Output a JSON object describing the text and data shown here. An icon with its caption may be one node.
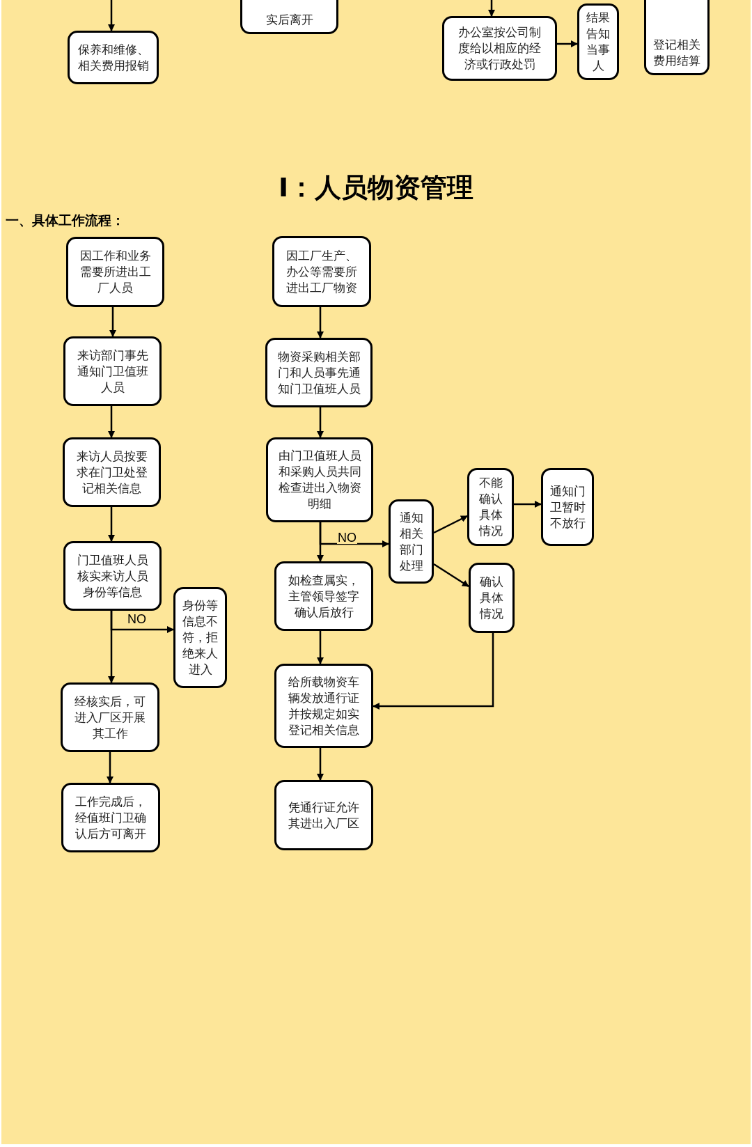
{
  "diagram": {
    "title": "Ⅰ：人员物资管理",
    "nodes": [
      {
        "text": [
          "保养和维修、相关费用报销"
        ]
      },
      {
        "text": [
          "实后离开"
        ]
      },
      {
        "text": [
          "办公室按公司制度给以相应的经济或行政处罚"
        ]
      },
      {
        "text": [
          "结果告知当事人"
        ]
      },
      {
        "text": [
          "登记相关费用结算"
        ]
      },
      {
        "text": [
          "因工作和业务需要所进出工厂人员"
        ]
      },
      {
        "text": [
          "来访部门事先通知门卫值班人员"
        ]
      },
      {
        "text": [
          "来访人员按要求在门卫处登记相关信息"
        ]
      },
      {
        "text": [
          "门卫值班人员核实来访人员身份等信息"
        ]
      },
      {
        "text": [
          "身份等信息不符，拒绝来人进入"
        ]
      },
      {
        "text": [
          "经核实后，可进入厂区开展其工作"
        ]
      },
      {
        "text": [
          "工作完成后，经值班门卫确认后方可离开"
        ]
      },
      {
        "text": [
          "因工厂生产、办公等需要所进出工厂物资"
        ]
      },
      {
        "text": [
          "物资采购相关部门和人员事先通知门卫值班人员"
        ]
      },
      {
        "text": [
          "由门卫值班人员和采购人员共同检查进出入物资明细"
        ]
      },
      {
        "text": [
          "如检查属实，主管领导签字确认后放行"
        ]
      },
      {
        "text": [
          "给所载物资车辆发放通行证并按规定如实登记相关信息"
        ]
      },
      {
        "text": [
          "凭通行证允许其进出入厂区"
        ]
      },
      {
        "text": [
          "通知相关部门处理"
        ]
      },
      {
        "text": [
          "不能确认具体情况"
        ]
      },
      {
        "text": [
          "通知门卫暂时不放行"
        ]
      },
      {
        "text": [
          "确认具体情况"
        ]
      }
    ],
    "edges": [
      {
        "from": null,
        "to": 0,
        "arrow": "to"
      },
      {
        "from": null,
        "to": 2,
        "arrow": "to"
      },
      {
        "from": 2,
        "to": 3,
        "arrow": "to"
      },
      {
        "from": 5,
        "to": 6,
        "arrow": "to"
      },
      {
        "from": 6,
        "to": 7,
        "arrow": "to"
      },
      {
        "from": 7,
        "to": 8,
        "arrow": "to"
      },
      {
        "from": 8,
        "to": 10,
        "arrow": "to"
      },
      {
        "from": 8,
        "to": 9,
        "arrow": "to",
        "label": "NO"
      },
      {
        "from": 12,
        "to": 13,
        "arrow": "to"
      },
      {
        "from": 13,
        "to": 14,
        "arrow": "to"
      },
      {
        "from": 14,
        "to": 15,
        "arrow": "to"
      },
      {
        "from": 14,
        "to": 18,
        "arrow": "to",
        "label": "NO"
      },
      {
        "from": 15,
        "to": 16,
        "arrow": "to"
      },
      {
        "from": 16,
        "to": 17,
        "arrow": "to"
      },
      {
        "from": 18,
        "to": 19,
        "arrow": "to"
      },
      {
        "from": 18,
        "to": 21,
        "arrow": "to"
      },
      {
        "from": 19,
        "to": 20,
        "arrow": "to"
      },
      {
        "from": 21,
        "to": 16,
        "arrow": "to"
      },
      {
        "from": 10,
        "to": 11,
        "arrow": "to"
      }
    ],
    "labels": [
      "一、具体工作流程："
    ]
  }
}
